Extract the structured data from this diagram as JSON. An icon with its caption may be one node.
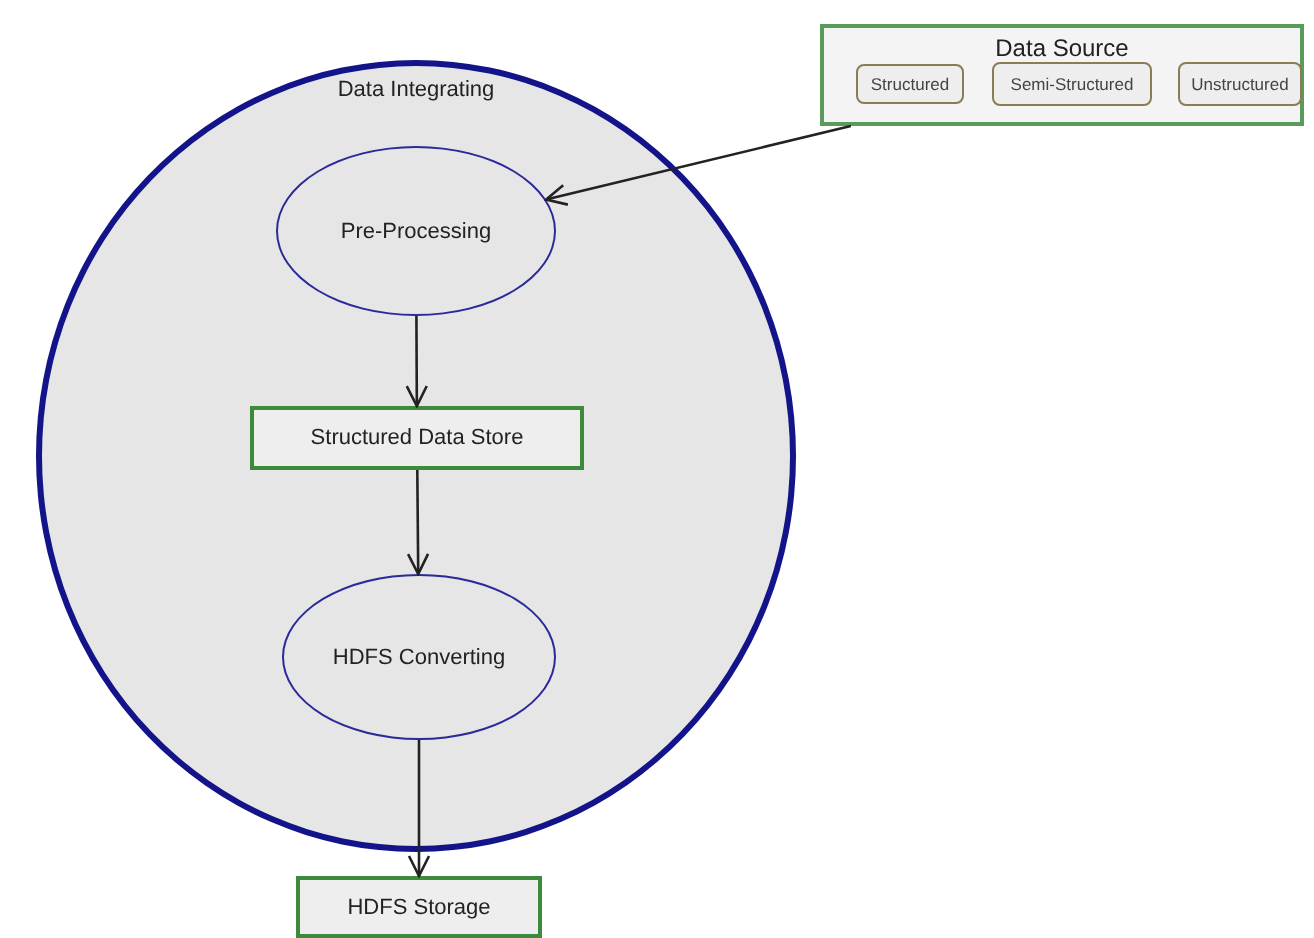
{
  "diagram": {
    "nodes": [
      {
        "text": [
          "Data Integrating"
        ]
      },
      {
        "text": [
          "Pre-Processing"
        ],
        "in": 0
      },
      {
        "text": [
          "Structured Data Store"
        ],
        "in": 0
      },
      {
        "text": [
          "HDFS Converting"
        ],
        "in": 0
      },
      {
        "text": [
          "HDFS Storage"
        ]
      },
      {
        "text": [
          "Data Source"
        ]
      },
      {
        "text": [
          "Structured"
        ],
        "in": 5
      },
      {
        "text": [
          "Semi-Structured"
        ],
        "in": 5
      },
      {
        "text": [
          "Unstructured"
        ],
        "in": 5
      }
    ],
    "edges": [
      {
        "from": 5,
        "to": 1,
        "arrow": "to"
      },
      {
        "from": 1,
        "to": 2,
        "arrow": "to"
      },
      {
        "from": 2,
        "to": 3,
        "arrow": "to"
      },
      {
        "from": 3,
        "to": 4,
        "arrow": "to"
      }
    ]
  }
}
